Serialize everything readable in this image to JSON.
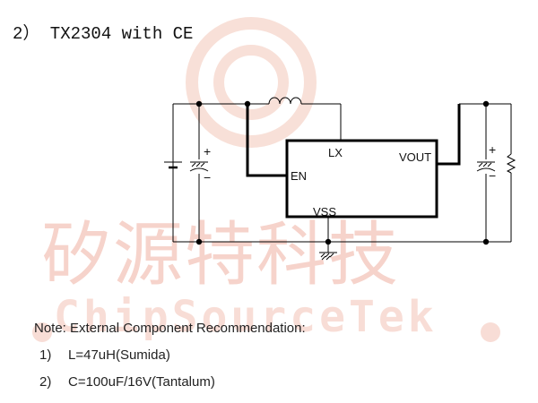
{
  "title": "2） TX2304 with CE",
  "watermark": {
    "chinese": "矽源特科技",
    "english": "ChipSourceTek",
    "color": "#f6d3cb"
  },
  "schematic": {
    "pins": {
      "lx": "LX",
      "en": "EN",
      "vout": "VOUT",
      "vss": "VSS"
    },
    "cap_plus": "+",
    "cap_minus": "−"
  },
  "note": {
    "heading": "Note: External Component Recommendation:",
    "items": [
      {
        "num": "1)",
        "text": "L=47uH(Sumida)"
      },
      {
        "num": "2)",
        "text": "C=100uF/16V(Tantalum)"
      }
    ]
  }
}
